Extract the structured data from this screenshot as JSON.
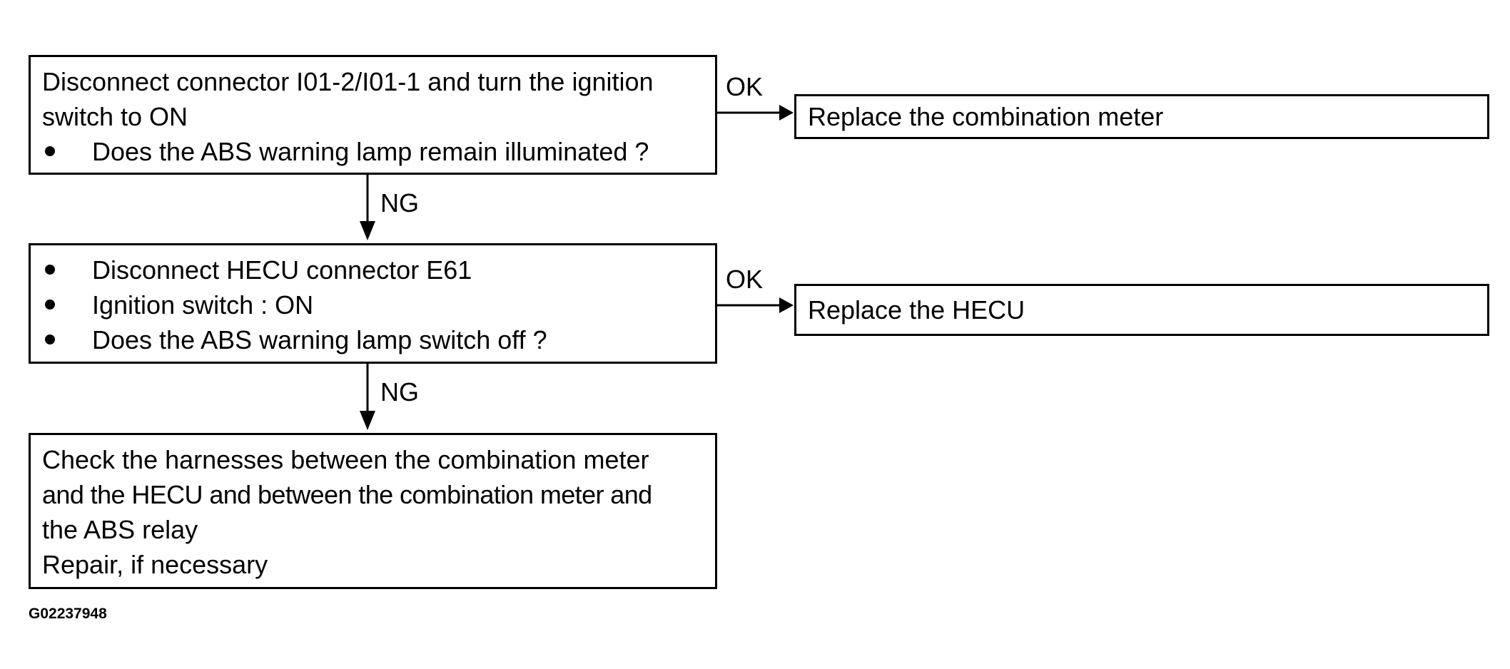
{
  "steps": [
    {
      "lines": [
        "Disconnect connector I01-2/I01-1 and turn the ignition",
        "switch to ON"
      ],
      "bullets": [
        "Does the ABS warning lamp remain illuminated ?"
      ],
      "ok_label": "OK",
      "ok_result": "Replace the combination meter",
      "ng_label": "NG"
    },
    {
      "lines": [],
      "bullets": [
        "Disconnect HECU connector E61",
        "Ignition switch : ON",
        "Does the ABS warning lamp switch off ?"
      ],
      "ok_label": "OK",
      "ok_result": "Replace the HECU",
      "ng_label": "NG"
    },
    {
      "lines": [
        "Check the harnesses between the combination meter",
        "and the HECU and between the combination meter and",
        "the ABS relay",
        "Repair, if necessary"
      ],
      "bullets": []
    }
  ],
  "figure_id": "G02237948"
}
